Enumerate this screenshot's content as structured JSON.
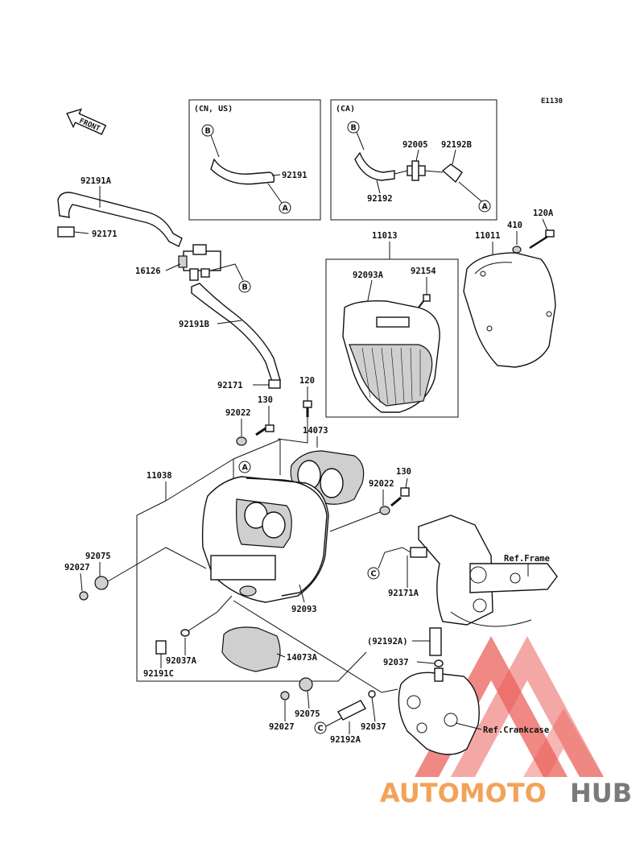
{
  "diagram_code": "E1130",
  "front_label": "FRONT",
  "boxes": {
    "cn_us": {
      "title": "(CN, US)",
      "labels": [
        "92191"
      ],
      "refs": [
        "B",
        "A"
      ]
    },
    "ca": {
      "title": "(CA)",
      "labels": [
        "92005",
        "92192B",
        "92192"
      ],
      "refs": [
        "B",
        "A"
      ]
    }
  },
  "part_labels": {
    "p92191A": "92191A",
    "p92171_top": "92171",
    "p16126": "16126",
    "p92191B": "92191B",
    "p92171_mid": "92171",
    "p120": "120",
    "p130_left": "130",
    "p92022_left": "92022",
    "p14073": "14073",
    "p11038": "11038",
    "p130_right": "130",
    "p92022_right": "92022",
    "p92075_left": "92075",
    "p92027_left": "92027",
    "p92093": "92093",
    "p92171A": "92171A",
    "p92192A_mid": "(92192A)",
    "p92037_right": "92037",
    "p92037A": "92037A",
    "p14073A": "14073A",
    "p92191C": "92191C",
    "p92027_bottom": "92027",
    "p92075_bottom": "92075",
    "p92037_bottom": "92037",
    "p92192A_bottom": "92192A",
    "p11013": "11013",
    "p92093A": "92093A",
    "p92154": "92154",
    "p11011": "11011",
    "p410": "410",
    "p120A": "120A"
  },
  "refs": {
    "ref_b_hose": "B",
    "ref_a_box": "A",
    "ref_c_left": "C",
    "ref_c_bottom": "C"
  },
  "ref_texts": {
    "frame": "Ref.Frame",
    "crankcase": "Ref.Crankcase"
  },
  "watermark": {
    "part1": "AUTOMOTO",
    "part2": "HUB",
    "color1": "#f2a35a",
    "color2": "#7a7a7a",
    "triangle_color": "#e8463f"
  }
}
